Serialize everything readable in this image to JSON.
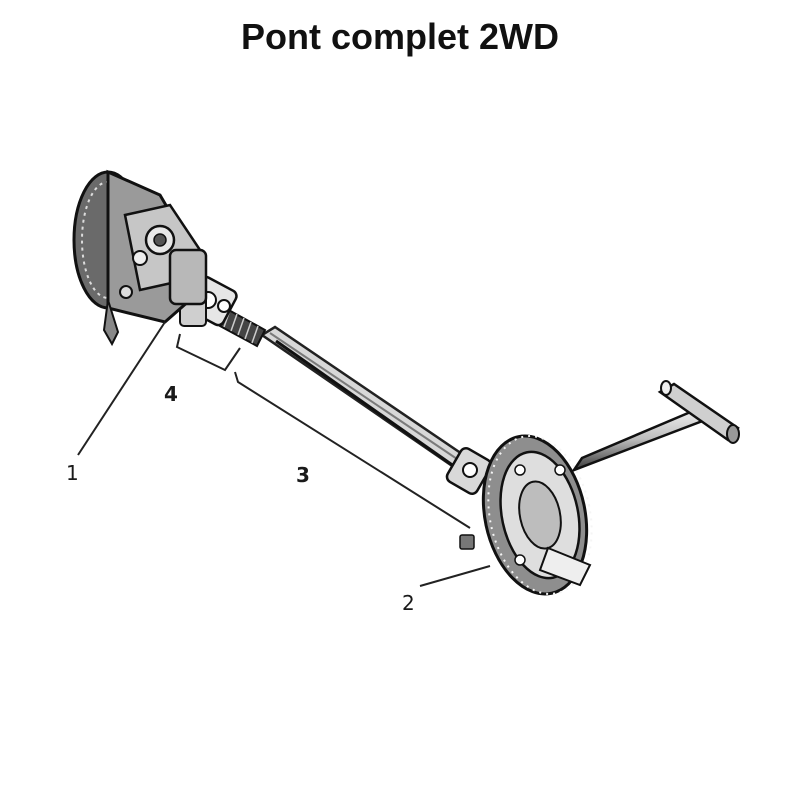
{
  "title": "Pont complet 2WD",
  "callouts": [
    {
      "id": "1",
      "label": "1"
    },
    {
      "id": "2",
      "label": "2"
    },
    {
      "id": "3",
      "label": "3"
    },
    {
      "id": "4",
      "label": "4"
    }
  ]
}
